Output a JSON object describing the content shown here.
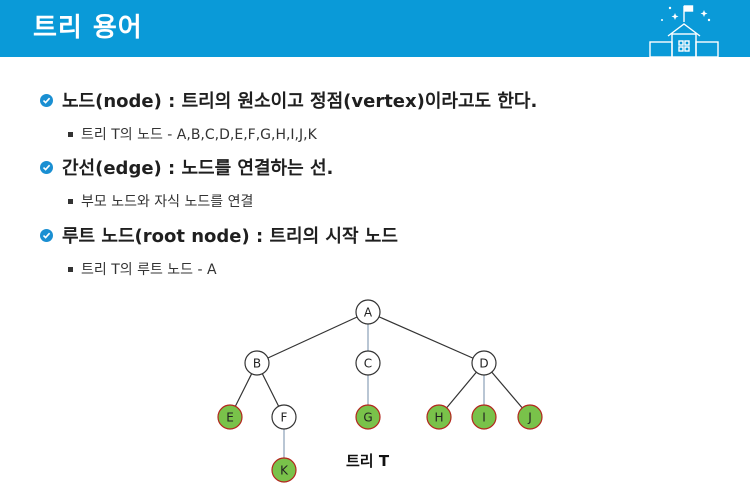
{
  "header": {
    "title": "트리 용어"
  },
  "icons": {
    "school": "school-building-icon",
    "bullet": "check-circle-icon"
  },
  "colors": {
    "header_bg": "#0a9ad8",
    "bullet_check": "#1a8fd2",
    "leaf_fill": "#79c24a",
    "leaf_stroke": "#b3261e"
  },
  "bullets": [
    {
      "text": "노드(node) : 트리의 원소이고 정점(vertex)이라고도 한다.",
      "sub": "트리 T의 노드 - A,B,C,D,E,F,G,H,I,J,K"
    },
    {
      "text": "간선(edge) : 노드를 연결하는 선.",
      "sub": "부모 노드와 자식 노드를 연결"
    },
    {
      "text": "루트 노드(root node) : 트리의 시작 노드",
      "sub": "트리 T의 루트 노드 - A"
    }
  ],
  "tree": {
    "caption": "트리 T",
    "nodes": [
      {
        "id": "A",
        "label": "A",
        "leaf": false
      },
      {
        "id": "B",
        "label": "B",
        "leaf": false
      },
      {
        "id": "C",
        "label": "C",
        "leaf": false
      },
      {
        "id": "D",
        "label": "D",
        "leaf": false
      },
      {
        "id": "E",
        "label": "E",
        "leaf": true
      },
      {
        "id": "F",
        "label": "F",
        "leaf": false
      },
      {
        "id": "G",
        "label": "G",
        "leaf": true
      },
      {
        "id": "H",
        "label": "H",
        "leaf": true
      },
      {
        "id": "I",
        "label": "I",
        "leaf": true
      },
      {
        "id": "J",
        "label": "J",
        "leaf": true
      },
      {
        "id": "K",
        "label": "K",
        "leaf": true
      }
    ],
    "edges": [
      [
        "A",
        "B"
      ],
      [
        "A",
        "C"
      ],
      [
        "A",
        "D"
      ],
      [
        "B",
        "E"
      ],
      [
        "B",
        "F"
      ],
      [
        "C",
        "G"
      ],
      [
        "D",
        "H"
      ],
      [
        "D",
        "I"
      ],
      [
        "D",
        "J"
      ],
      [
        "F",
        "K"
      ]
    ]
  }
}
